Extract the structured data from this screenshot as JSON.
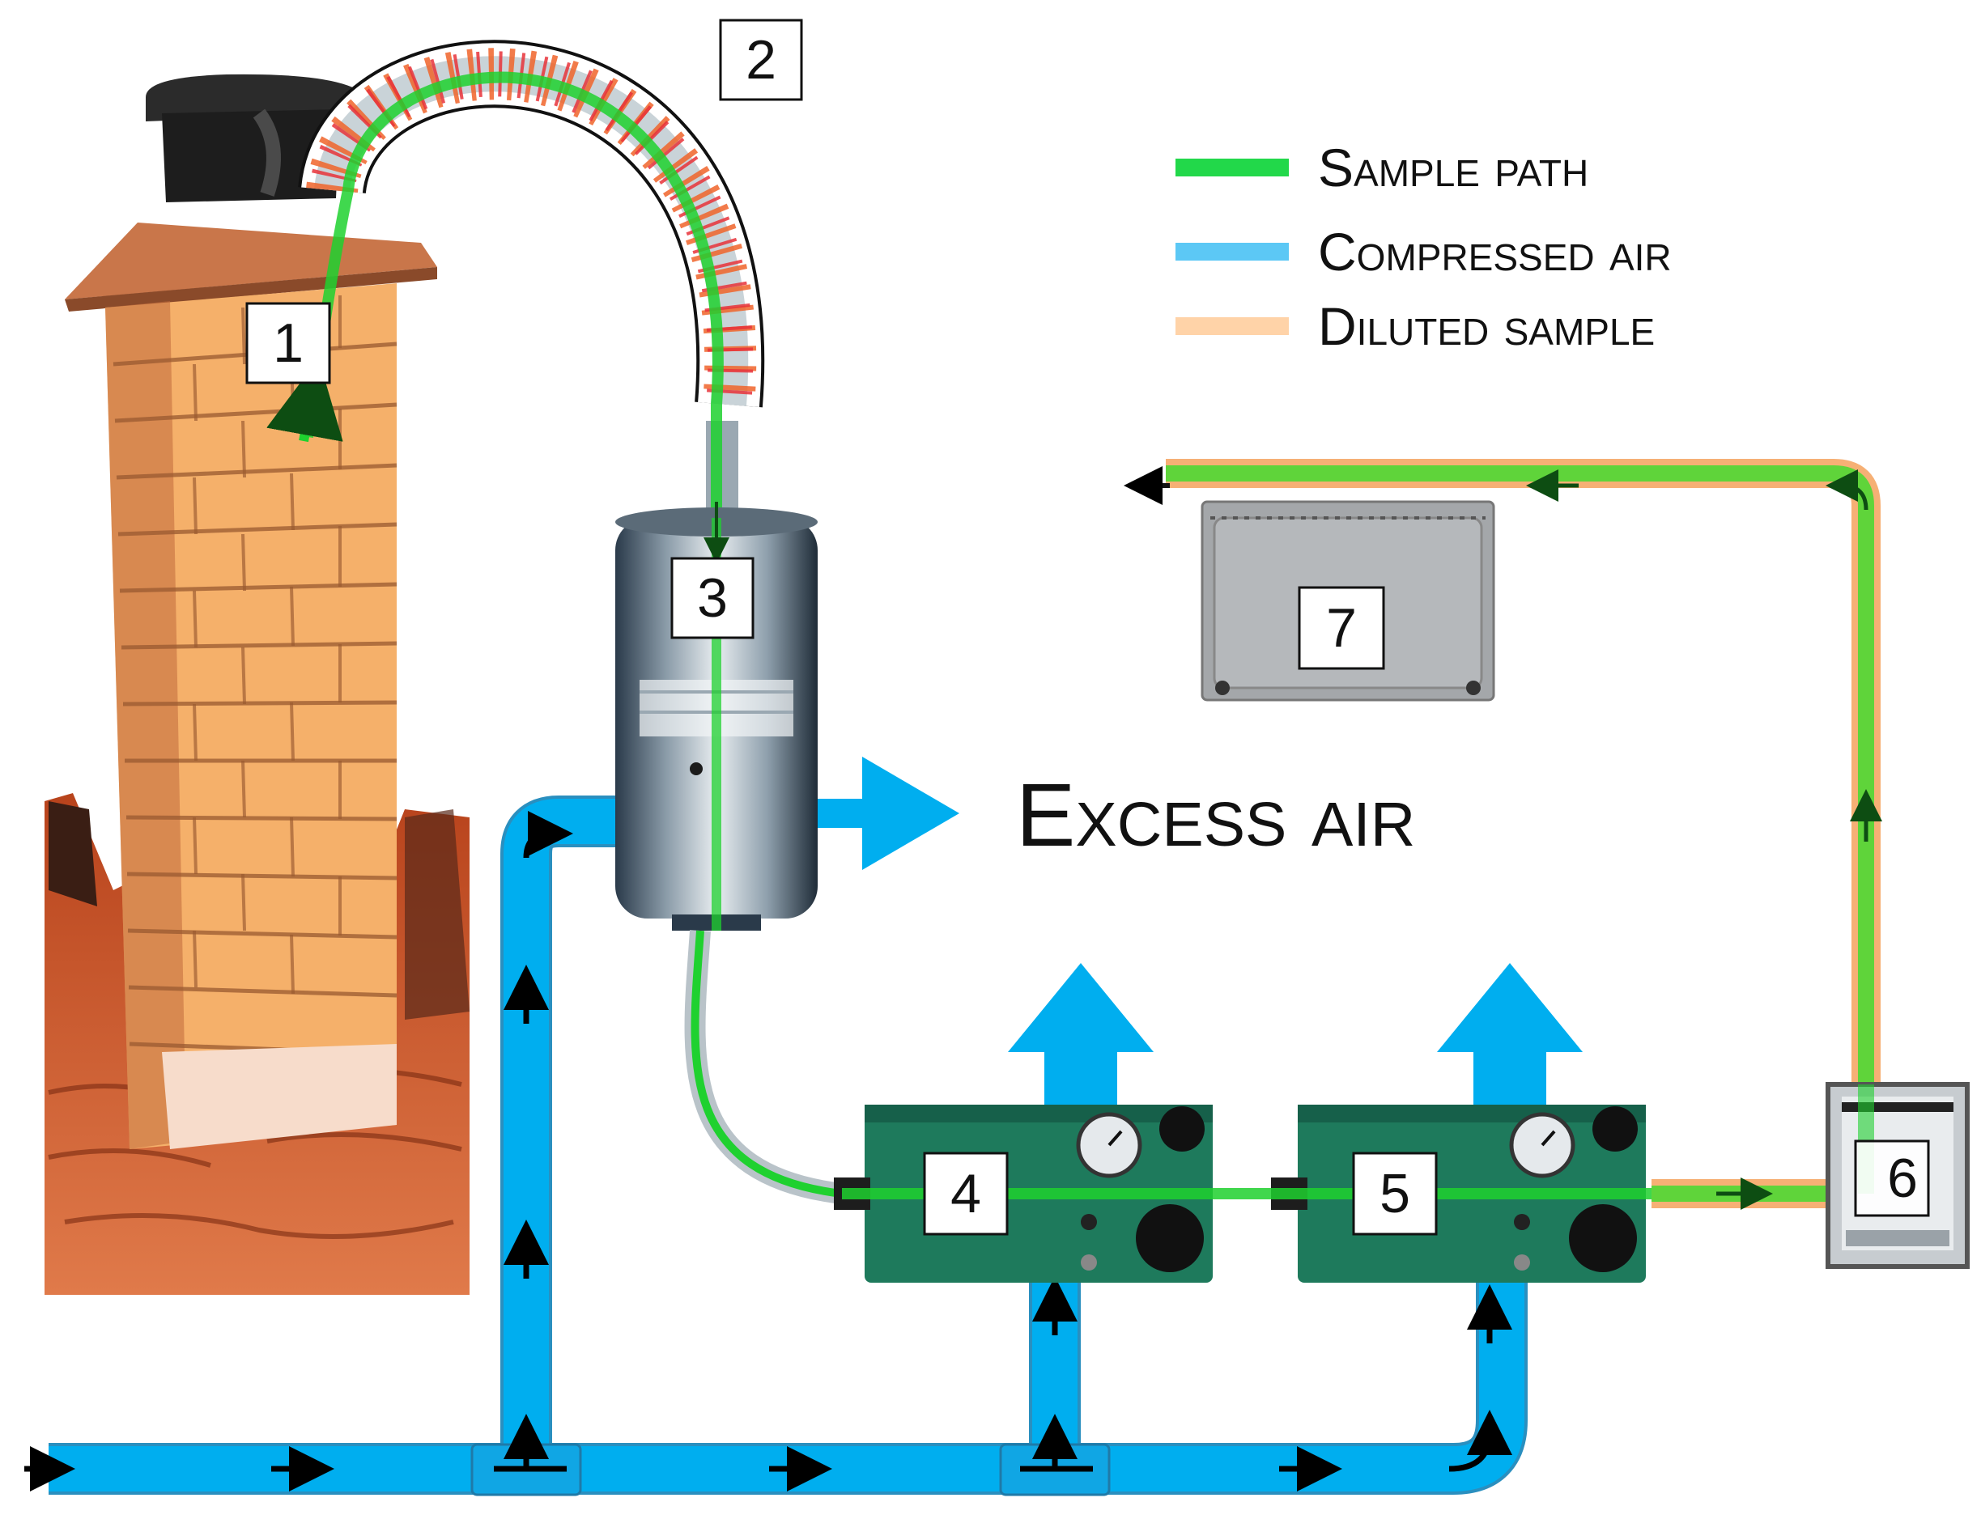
{
  "legend": {
    "items": [
      {
        "label": "Sample path",
        "color": "#22d84a"
      },
      {
        "label": "Compressed air",
        "color": "#5cc8f5"
      },
      {
        "label": "Diluted sample",
        "color": "#ffd3a8"
      }
    ]
  },
  "annotations": {
    "excess_air": "Excess air"
  },
  "components": [
    {
      "number": "1",
      "icon": "chimney"
    },
    {
      "number": "2",
      "icon": "heated-sampling-line"
    },
    {
      "number": "3",
      "icon": "cyclone-dilutor-cylinder"
    },
    {
      "number": "4",
      "icon": "ejector-dilutor"
    },
    {
      "number": "5",
      "icon": "ejector-dilutor"
    },
    {
      "number": "6",
      "icon": "sensor-box"
    },
    {
      "number": "7",
      "icon": "analyzer-enclosure"
    }
  ],
  "colors": {
    "compressed_air": "#00aeef",
    "sample_path": "#1fd12f",
    "diluted_sample": "#f5a25d",
    "brick": "#f2a65a",
    "roof": "#c9582a",
    "dilutor_body": "#1e7a5c"
  }
}
